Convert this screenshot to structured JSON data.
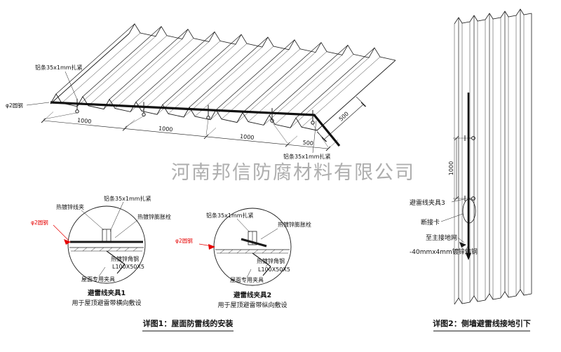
{
  "watermark": "河南邦信防腐材料有限公司",
  "roof": {
    "strip_label_top": "铝条35x1mm扎紧",
    "rod_label": "φ2圆钢",
    "strip_label_right": "铝条35x1mm扎紧",
    "dims": [
      "1000",
      "1000",
      "1000",
      "500"
    ],
    "dim_right": "500"
  },
  "detail1": {
    "clamp_label": "热镀锌线夹",
    "strip_label": "铝条35x1mm扎紧",
    "anchor_label": "热镀锌膨胀栓",
    "rod_label": "φ2圆钢",
    "angle_label_1": "热镀锌角钢",
    "angle_label_2": "L100X50X5",
    "fixture_label": "屋面专用夹具",
    "title": "避雷线夹具1",
    "subtitle": "用于屋顶避雷带横向敷设"
  },
  "detail2": {
    "strip_label": "铝条35x1mm扎紧",
    "anchor_label": "热镀锌膨胀栓",
    "rod_label": "φ2圆钢",
    "angle_label_1": "热镀锌角钢",
    "angle_label_2": "L100X50X5",
    "fixture_label": "屋面专用夹具",
    "title": "避雷线夹具2",
    "subtitle": "用于屋顶避雷带纵向敷设"
  },
  "wall": {
    "dim": "1000",
    "clamp_label": "避雷线夹具3",
    "disconnect_label": "断接卡",
    "ground_label": "至主接地网",
    "flat_steel_label": "-40mmx4mm镀锌扁钢"
  },
  "captions": {
    "fig1": "详图1：屋面防雷线的安装",
    "fig2": "详图2：侧墙避雷线接地引下"
  },
  "colors": {
    "line": "#1a1a1a",
    "red": "#e60000",
    "watermark": "#9a9a9a"
  }
}
